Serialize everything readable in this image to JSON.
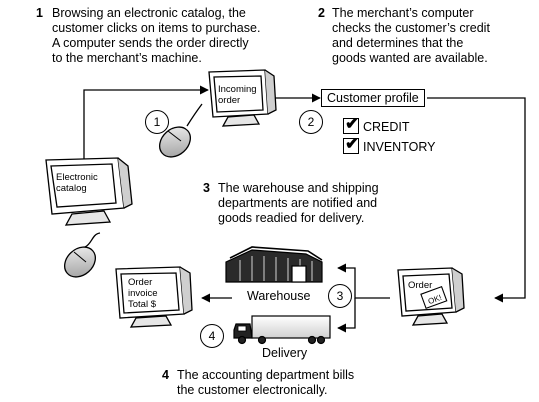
{
  "steps": [
    {
      "number": "1",
      "text": "Browsing an electronic catalog, the\ncustomer clicks on items to purchase.\nA computer sends the order directly\nto the merchant’s machine."
    },
    {
      "number": "2",
      "text": "The merchant’s computer\nchecks the customer’s credit\nand determines that the\ngoods wanted are available."
    },
    {
      "number": "3",
      "text": "The warehouse and shipping\ndepartments are notified and\ngoods readied for delivery."
    },
    {
      "number": "4",
      "text": "The accounting department bills\nthe customer electronically."
    }
  ],
  "screens": {
    "catalog": "Electronic\ncatalog",
    "incoming": "Incoming\norder",
    "order": "Order",
    "ok": "OK!",
    "invoice": "Order\ninvoice\nTotal $"
  },
  "circled": [
    "1",
    "2",
    "3",
    "4"
  ],
  "profile": {
    "title": "Customer profile",
    "checks": [
      "CREDIT",
      "INVENTORY"
    ],
    "checkmark": "✔"
  },
  "labels": {
    "warehouse": "Warehouse",
    "delivery": "Delivery"
  }
}
